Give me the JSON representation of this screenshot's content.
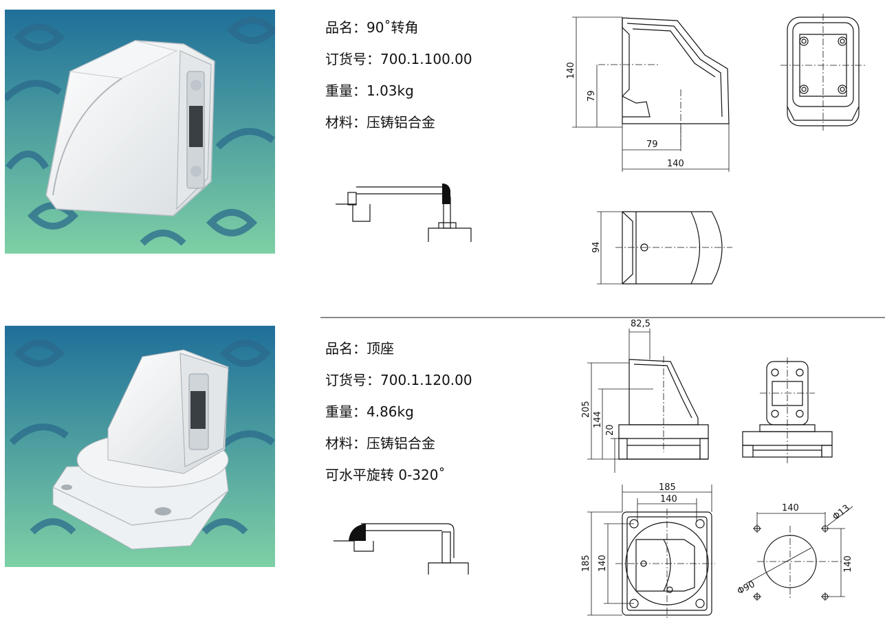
{
  "products": [
    {
      "specs": {
        "name_label": "品名：",
        "name": "90˚转角",
        "order_label": "订货号：",
        "order": "700.1.100.00",
        "weight_label": "重量：",
        "weight": "1.03kg",
        "material_label": "材料：",
        "material": "压铸铝合金"
      },
      "dimensions": {
        "side_height": "140",
        "side_height_inner": "79",
        "side_width_inner": "79",
        "side_width": "140",
        "top_depth": "94"
      }
    },
    {
      "specs": {
        "name_label": "品名：",
        "name": "顶座",
        "order_label": "订货号：",
        "order": "700.1.120.00",
        "weight_label": "重量：",
        "weight": "4.86kg",
        "material_label": "材料：",
        "material": "压铸铝合金",
        "rotation": "可水平旋转 0-320˚"
      },
      "dimensions": {
        "top_offset": "82,5",
        "height_total": "205",
        "height_mid": "144",
        "height_base": "20",
        "plan_outer_width": "185",
        "plan_inner_width": "140",
        "plan_outer_height": "185",
        "plan_inner_height": "140",
        "hole_spacing_x": "140",
        "hole_diameter": "Φ13",
        "hole_spacing_y": "140",
        "center_diameter": "Φ90"
      }
    }
  ],
  "colors": {
    "photo_bg_top": "#1f6f9a",
    "photo_bg_bottom": "#7ed0a5",
    "pattern": "#2b6a8c",
    "divider": "#8a8a8a"
  }
}
